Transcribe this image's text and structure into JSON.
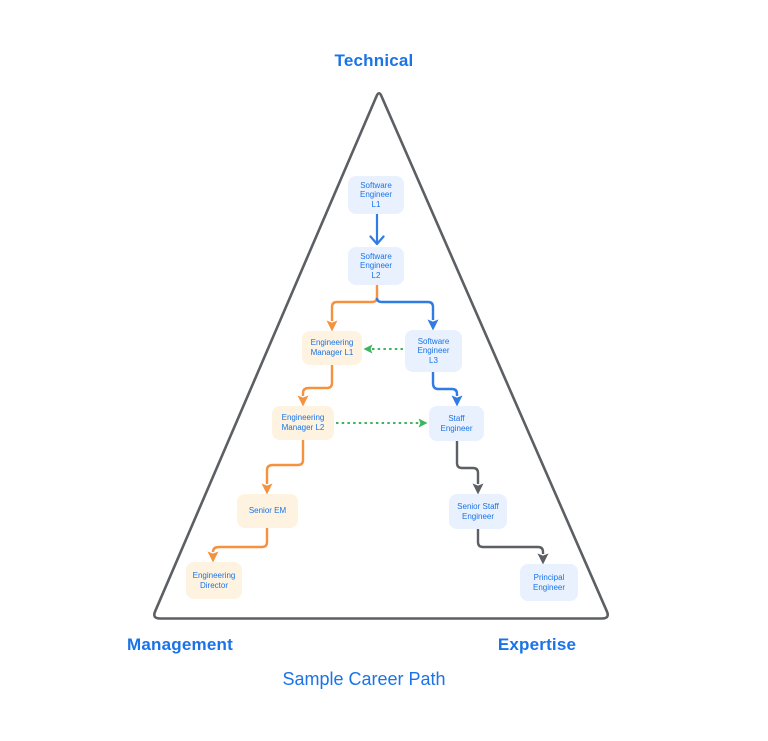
{
  "diagram": {
    "caption": "Sample Career Path",
    "axes": {
      "top": "Technical",
      "bottom_left": "Management",
      "bottom_right": "Expertise"
    },
    "nodes": [
      {
        "id": "se-l1",
        "label": "Software\nEngineer\nL1",
        "track": "technical"
      },
      {
        "id": "se-l2",
        "label": "Software\nEngineer\nL2",
        "track": "technical"
      },
      {
        "id": "em-l1",
        "label": "Engineering\nManager L1",
        "track": "management"
      },
      {
        "id": "se-l3",
        "label": "Software\nEngineer\nL3",
        "track": "technical"
      },
      {
        "id": "em-l2",
        "label": "Engineering\nManager L2",
        "track": "management"
      },
      {
        "id": "staff",
        "label": "Staff\nEngineer",
        "track": "technical"
      },
      {
        "id": "senior-em",
        "label": "Senior EM",
        "track": "management"
      },
      {
        "id": "sr-staff",
        "label": "Senior Staff\nEngineer",
        "track": "technical"
      },
      {
        "id": "eng-dir",
        "label": "Engineering\nDirector",
        "track": "management"
      },
      {
        "id": "principal",
        "label": "Principal\nEngineer",
        "track": "technical"
      }
    ],
    "edges": [
      {
        "from": "se-l1",
        "to": "se-l2",
        "style": "solid",
        "color": "blue"
      },
      {
        "from": "se-l2",
        "to": "em-l1",
        "style": "solid",
        "color": "orange"
      },
      {
        "from": "se-l2",
        "to": "se-l3",
        "style": "solid",
        "color": "blue"
      },
      {
        "from": "se-l3",
        "to": "em-l1",
        "style": "dashed",
        "color": "green"
      },
      {
        "from": "se-l3",
        "to": "staff",
        "style": "solid",
        "color": "blue"
      },
      {
        "from": "em-l1",
        "to": "em-l2",
        "style": "solid",
        "color": "orange"
      },
      {
        "from": "em-l2",
        "to": "staff",
        "style": "dashed",
        "color": "green"
      },
      {
        "from": "em-l2",
        "to": "senior-em",
        "style": "solid",
        "color": "orange"
      },
      {
        "from": "senior-em",
        "to": "eng-dir",
        "style": "solid",
        "color": "orange"
      },
      {
        "from": "staff",
        "to": "sr-staff",
        "style": "solid",
        "color": "gray"
      },
      {
        "from": "sr-staff",
        "to": "principal",
        "style": "solid",
        "color": "gray"
      }
    ],
    "colors": {
      "label_blue": "#1a73e8",
      "node_blue_bg": "#e8f1fd",
      "node_orange_bg": "#fdf3e0",
      "edge_blue": "#2e7ce4",
      "edge_orange": "#f6913e",
      "edge_green": "#3db45e",
      "edge_gray": "#5c5f63",
      "triangle_stroke": "#5c5f63"
    }
  }
}
